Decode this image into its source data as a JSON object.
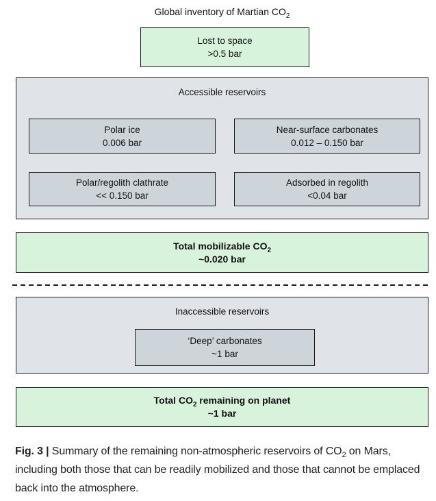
{
  "figure": {
    "title": {
      "pre": "Global inventory of Martian CO",
      "sub": "2"
    },
    "lost_to_space": {
      "line1": "Lost to space",
      "line2": ">0.5 bar"
    },
    "accessible": {
      "label": "Accessible reservoirs",
      "items": [
        {
          "line1": "Polar ice",
          "line2": "0.006 bar"
        },
        {
          "line1": "Near-surface carbonates",
          "line2": "0.012 – 0.150 bar"
        },
        {
          "line1": "Polar/regolith clathrate",
          "line2": "<< 0.150 bar"
        },
        {
          "line1": "Adsorbed in regolith",
          "line2": "<0.04 bar"
        }
      ]
    },
    "total_mobilizable": {
      "pre": "Total mobilizable CO",
      "sub": "2",
      "line2": "~0.020 bar"
    },
    "inaccessible": {
      "label": "Inaccessible reservoirs",
      "items": [
        {
          "line1": "‘Deep’ carbonates",
          "line2": "~1 bar"
        }
      ]
    },
    "total_remaining": {
      "pre": "Total CO",
      "sub": "2",
      "post": " remaining on planet",
      "line2": "~1 bar"
    }
  },
  "caption": {
    "label": "Fig. 3 |",
    "pre": " Summary of the remaining non-atmospheric reservoirs of CO",
    "sub": "2",
    "post": " on Mars, including both those that can be readily mobilized and those that cannot be emplaced back into the atmosphere."
  },
  "colors": {
    "green": "#d8f3dc",
    "panel_gray": "#e0e3e7",
    "item_gray": "#cdd4da",
    "border": "#1a1a1a"
  }
}
